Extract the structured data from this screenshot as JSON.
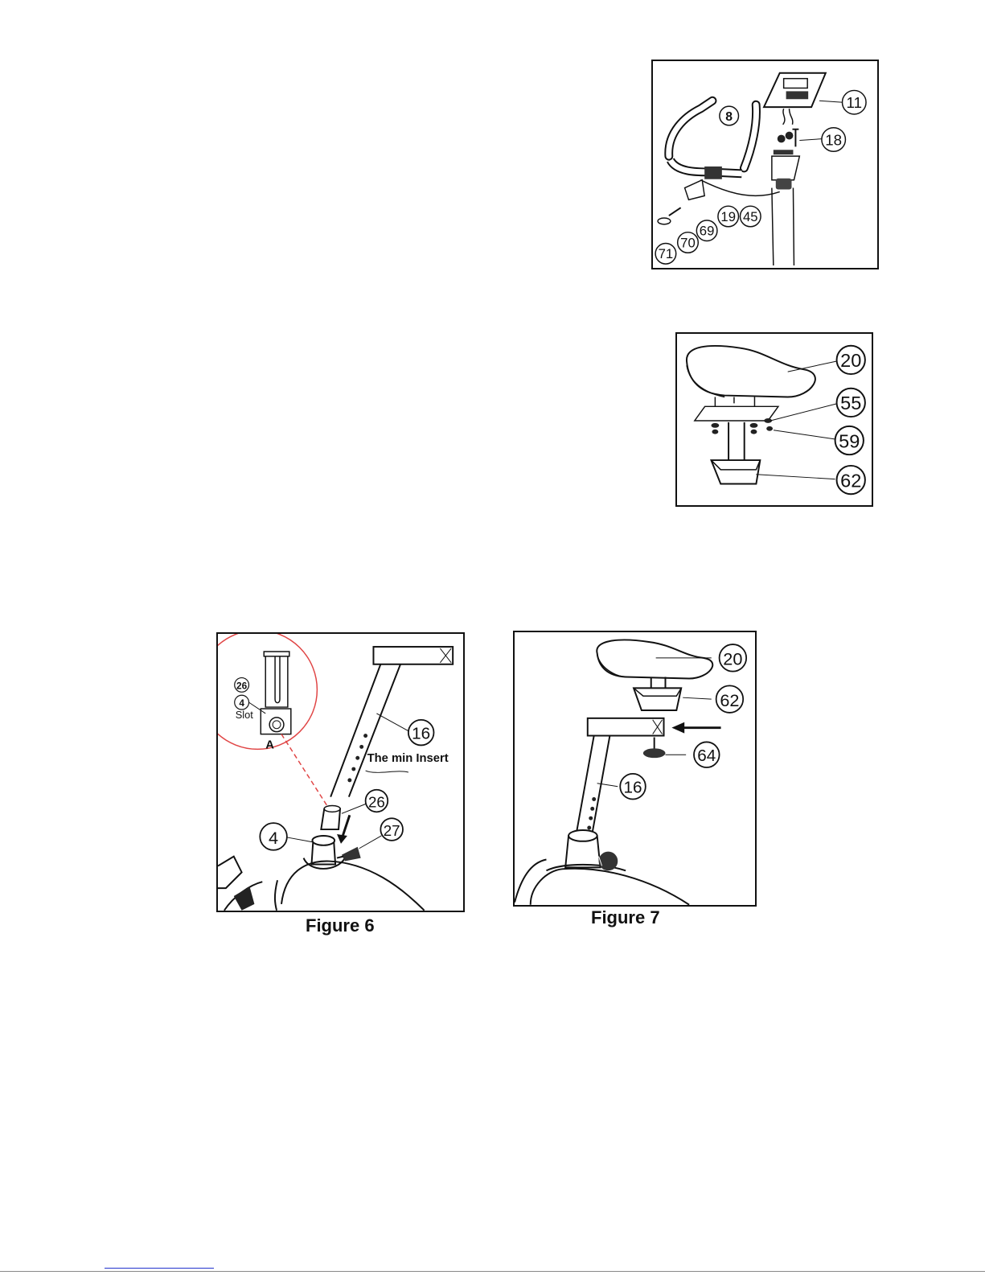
{
  "figure_a": {
    "callouts": [
      "11",
      "8",
      "18",
      "19",
      "45",
      "69",
      "70",
      "71"
    ]
  },
  "figure_b": {
    "callouts": [
      "20",
      "55",
      "59",
      "62"
    ]
  },
  "figure_6": {
    "caption": "Figure 6",
    "callouts": [
      "16",
      "26",
      "4",
      "27"
    ],
    "inset": {
      "callouts": [
        "26",
        "4"
      ],
      "slot_text": "Slot",
      "inset_label": "A"
    },
    "min_insert_text": "The min Insert"
  },
  "figure_7": {
    "caption": "Figure 7",
    "callouts": [
      "20",
      "62",
      "64",
      "16"
    ]
  },
  "colors": {
    "line": "#111111",
    "detail_circle": "#e04545",
    "footer_link": "#2233cc"
  }
}
